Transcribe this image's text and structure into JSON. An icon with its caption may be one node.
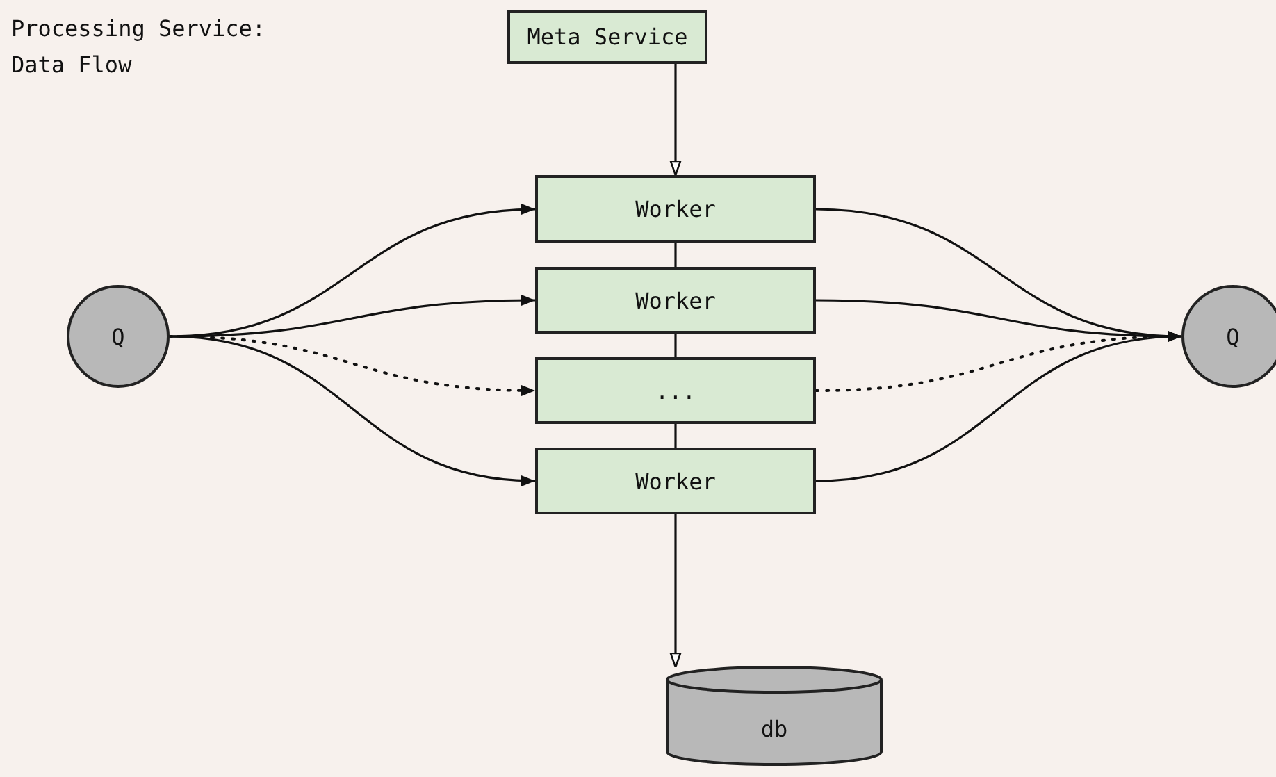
{
  "diagram": {
    "title": "Processing Service: Data Flow",
    "nodes": [
      {
        "text": [
          "Meta Service"
        ]
      },
      {
        "text": [
          "Q"
        ]
      },
      {
        "text": [
          "Worker"
        ]
      },
      {
        "text": [
          "Worker"
        ]
      },
      {
        "text": [
          "..."
        ]
      },
      {
        "text": [
          "Worker"
        ]
      },
      {
        "text": [
          "Q"
        ]
      },
      {
        "text": [
          "db"
        ]
      }
    ],
    "edges": [
      {
        "from": 0,
        "to": 2,
        "arrow": "to"
      },
      {
        "from": 1,
        "to": 2,
        "arrow": "to"
      },
      {
        "from": 1,
        "to": 3,
        "arrow": "to"
      },
      {
        "from": 1,
        "to": 4,
        "arrow": "to",
        "style": "dashed"
      },
      {
        "from": 1,
        "to": 5,
        "arrow": "to"
      },
      {
        "from": 2,
        "to": 6,
        "arrow": "to"
      },
      {
        "from": 3,
        "to": 6,
        "arrow": "to"
      },
      {
        "from": 4,
        "to": 6,
        "arrow": "to",
        "style": "dashed"
      },
      {
        "from": 5,
        "to": 6,
        "arrow": "to"
      },
      {
        "from": 2,
        "to": 3,
        "arrow": "none"
      },
      {
        "from": 3,
        "to": 4,
        "arrow": "none"
      },
      {
        "from": 4,
        "to": 5,
        "arrow": "none"
      },
      {
        "from": 5,
        "to": 7,
        "arrow": "to"
      }
    ]
  }
}
